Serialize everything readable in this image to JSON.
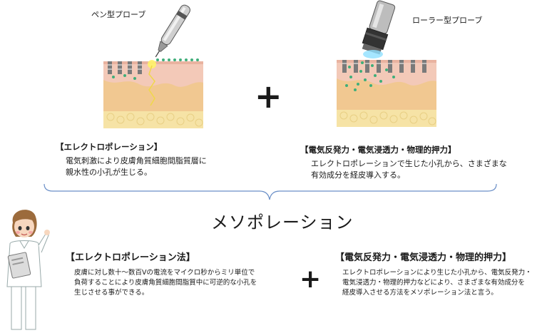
{
  "probes": {
    "pen_label": "ペン型プローブ",
    "roller_label": "ローラー型プローブ"
  },
  "top": {
    "left_title": "【エレクトロポレーション】",
    "left_body_1": "電気刺激により皮膚角質細胞間脂質層に",
    "left_body_2": "親水性の小孔が生じる。",
    "right_title": "【電気反発力・電気浸透力・物理的押力】",
    "right_body_1": "エレクトロポレーションで生じた小孔から、さまざまな",
    "right_body_2": "有効成分を経皮導入する。",
    "plus": "+"
  },
  "main_title": "メソポレーション",
  "bottom": {
    "left_title": "【エレクトロポレーション法】",
    "left_body_1": "皮膚に対し数十～数百Vの電流をマイクロ秒からミリ単位で",
    "left_body_2": "負荷することにより皮膚角質細胞間脂質中に可逆的な小孔を",
    "left_body_3": "生じさせる事ができる。",
    "right_title": "【電気反発力・電気浸透力・物理的押力】",
    "right_body_1": "エレクトロポレーションにより生じた小孔から、電気反発力・",
    "right_body_2": "電気浸透力・物理的押力などにより、さまざまな有効成分を",
    "right_body_3": "経皮導入させる方法をメソポレーション法と言う。",
    "plus": "+"
  },
  "colors": {
    "skin_top": "#f3c9b8",
    "skin_mid": "#f1c891",
    "fat": "#f6e3a6",
    "cell": "#7a7a7a",
    "ingredient": "#3fae7a"
  }
}
